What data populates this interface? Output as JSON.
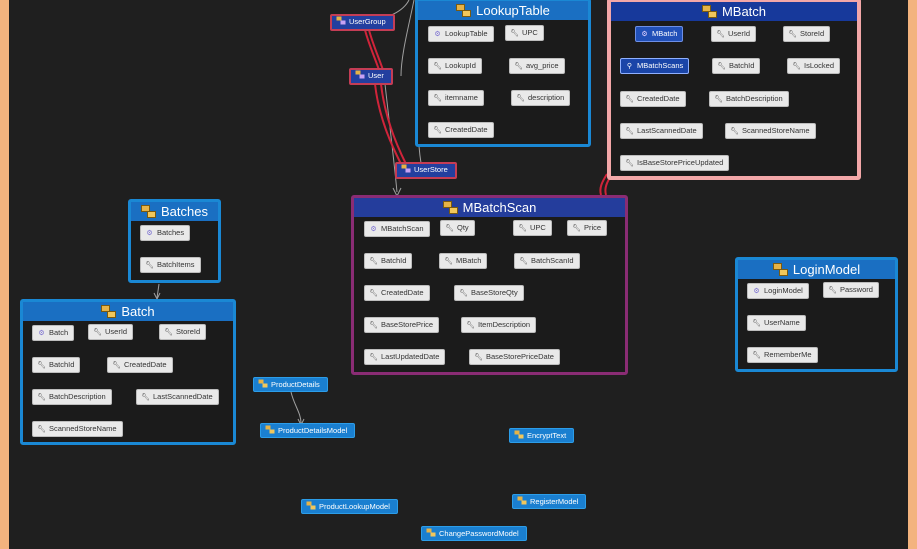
{
  "colors": {
    "frame": "#f3b37e",
    "canvas": "#1f1f1f",
    "entity_border": "#1a88d4",
    "entity_title": "#1a6fc2",
    "selected_border": "#f3a7a8",
    "association_line": "#d0243a",
    "inheritance_line": "#a0a0a0"
  },
  "icons": {
    "entity": "entity-class-icon",
    "key_property": "key-property-icon",
    "scalar_property": "wrench-property-icon",
    "navigation_property": "navigation-property-icon"
  },
  "entities": {
    "lookup_table": {
      "title": "LookupTable",
      "props": [
        "LookupTable",
        "UPC",
        "LookupId",
        "avg_price",
        "itemname",
        "description",
        "CreatedDate"
      ]
    },
    "mbatch": {
      "title": "MBatch",
      "props": [
        "MBatch",
        "UserId",
        "StoreId",
        "MBatchScans",
        "BatchId",
        "IsLocked",
        "CreatedDate",
        "BatchDescription",
        "LastScannedDate",
        "ScannedStoreName",
        "IsBaseStorePriceUpdated"
      ]
    },
    "batches": {
      "title": "Batches",
      "props": [
        "Batches",
        "BatchItems"
      ]
    },
    "batch": {
      "title": "Batch",
      "props": [
        "Batch",
        "UserId",
        "StoreId",
        "BatchId",
        "CreatedDate",
        "BatchDescription",
        "LastScannedDate",
        "ScannedStoreName"
      ]
    },
    "mbatch_scan": {
      "title": "MBatchScan",
      "props": [
        "MBatchScan",
        "Qty",
        "UPC",
        "Price",
        "BatchId",
        "MBatch",
        "BatchScanId",
        "CreatedDate",
        "BaseStoreQty",
        "BaseStorePrice",
        "ItemDescription",
        "LastUpdatedDate",
        "BaseStorePriceDate"
      ]
    },
    "login_model": {
      "title": "LoginModel",
      "props": [
        "LoginModel",
        "Password",
        "UserName",
        "RememberMe"
      ]
    }
  },
  "collapsed": {
    "user_group": "UserGroup",
    "user": "User",
    "user_store": "UserStore",
    "product_details": "ProductDetails",
    "product_details_model": "ProductDetailsModel",
    "encrypt_text": "EncryptText",
    "register_model": "RegisterModel",
    "product_lookup_model": "ProductLookupModel",
    "change_password_model": "ChangePasswordModel"
  }
}
